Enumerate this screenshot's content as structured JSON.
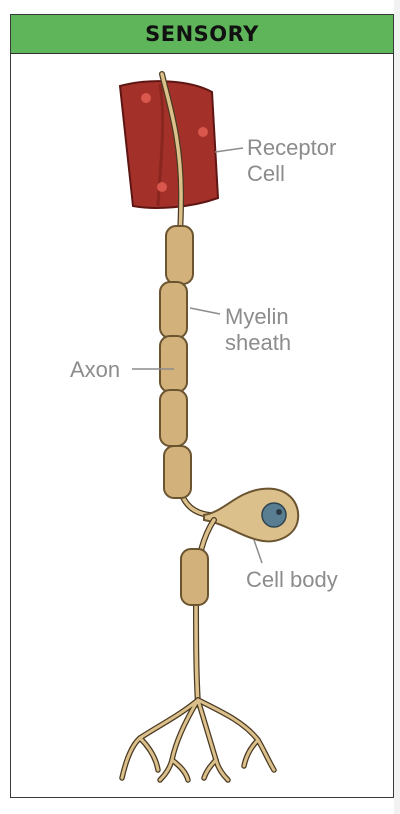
{
  "header": {
    "title": "SENSORY"
  },
  "labels": {
    "receptor_line1": "Receptor",
    "receptor_line2": "Cell",
    "myelin_line1": "Myelin",
    "myelin_line2": "sheath",
    "axon": "Axon",
    "cell_body": "Cell body"
  },
  "colors": {
    "header_green": "#5fb55a",
    "receptor_red": "#a4302a",
    "myelin_tan": "#d2b17a",
    "axon_tan": "#dcc08c",
    "nucleus": "#5a7e91",
    "label_gray": "#8c8c8c"
  }
}
